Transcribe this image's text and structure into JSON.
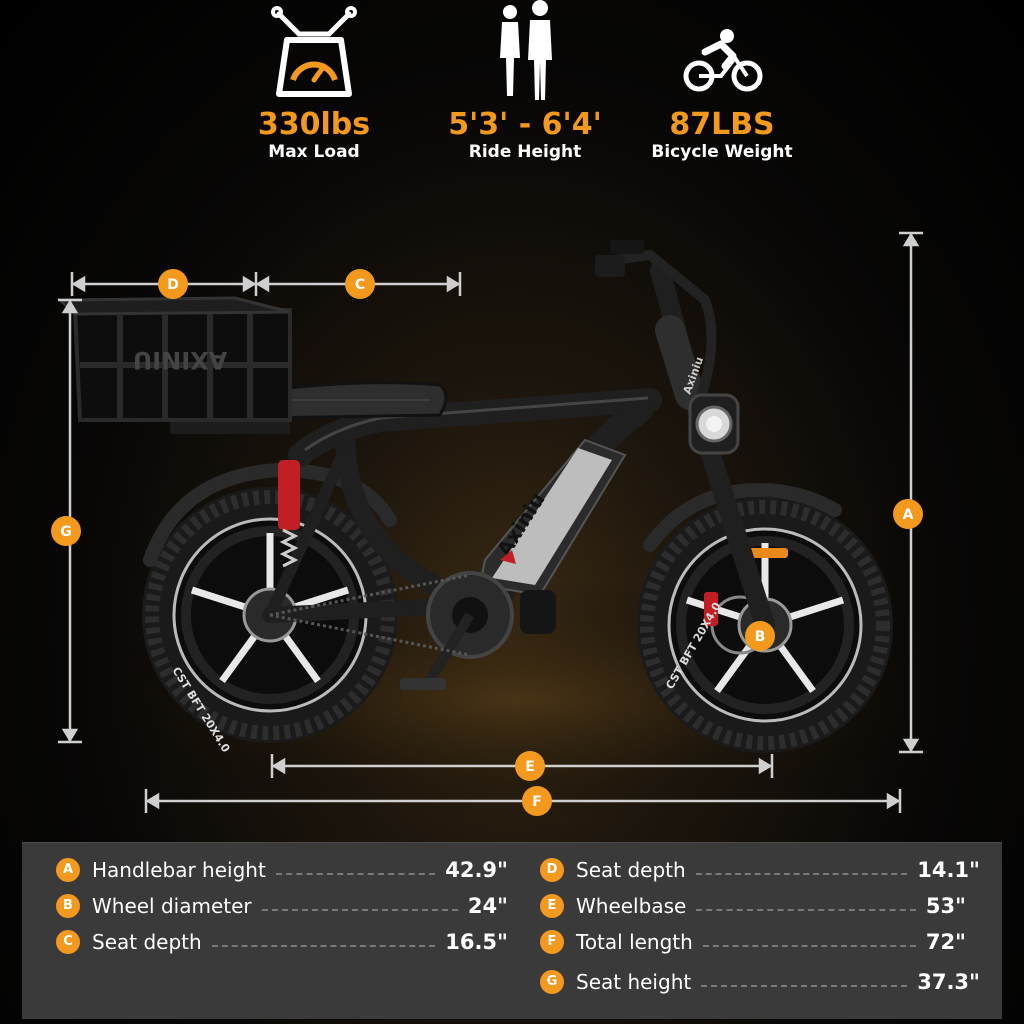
{
  "specs": [
    {
      "icon": "scale-icon",
      "value": "330lbs",
      "label": "Max Load"
    },
    {
      "icon": "people-icon",
      "value": "5'3' - 6'4'",
      "label": "Ride Height"
    },
    {
      "icon": "cyclist-icon",
      "value": "87LBS",
      "label": "Bicycle Weight"
    }
  ],
  "markers": {
    "A": "A",
    "B": "B",
    "C": "C",
    "D": "D",
    "E": "E",
    "F": "F",
    "G": "G"
  },
  "bike": {
    "brand": "Axiniu",
    "basket_text": "AXINIU",
    "fork_text": "Axiniu",
    "tire_text": "CST BFT 20X4.0"
  },
  "dimensions_left": [
    {
      "badge": "A",
      "label": "Handlebar height",
      "value": "42.9\""
    },
    {
      "badge": "B",
      "label": "Wheel diameter",
      "value": "24\""
    },
    {
      "badge": "C",
      "label": "Seat depth",
      "value": "16.5\""
    }
  ],
  "dimensions_right": [
    {
      "badge": "D",
      "label": "Seat depth",
      "value": "14.1\""
    },
    {
      "badge": "E",
      "label": "Wheelbase",
      "value": "53\""
    },
    {
      "badge": "F",
      "label": "Total length",
      "value": "72\""
    },
    {
      "badge": "G",
      "label": "Seat height",
      "value": "37.3\""
    }
  ],
  "colors": {
    "accent": "#f39a1e",
    "panel": "#3a3a3a",
    "background": "#000000"
  }
}
